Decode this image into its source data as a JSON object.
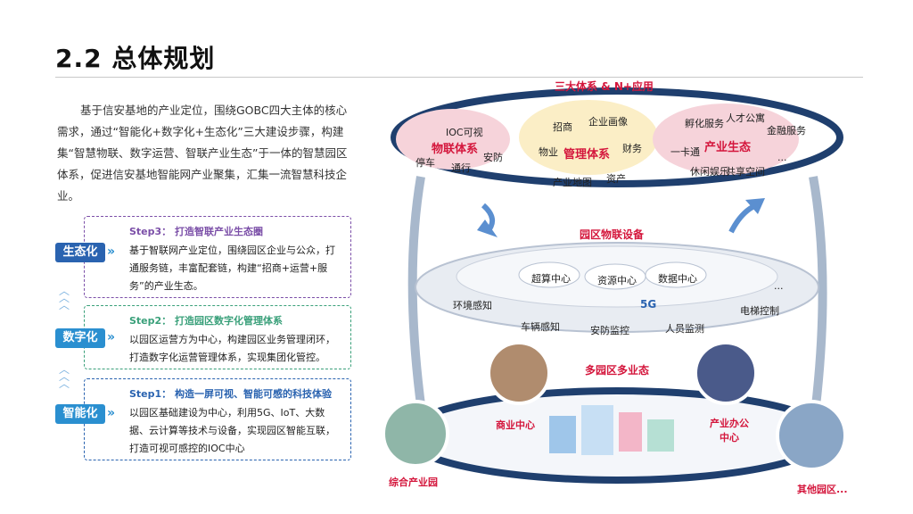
{
  "page": {
    "title": "2.2  总体规划",
    "intro": "基于信安基地的产业定位，围绕GOBC四大主体的核心需求，通过“智能化+数字化+生态化”三大建设步骤，构建集“智慧物联、数字运营、智联产业生态”于一体的智慧园区体系，促进信安基地智能网产业聚集，汇集一流智慧科技企业。"
  },
  "steps": [
    {
      "tag": "生态化",
      "title": "Step3： 打造智联产业生态圈",
      "text": "基于智联网产业定位，围绕园区企业与公众，打通服务链，丰富配套链，构建“招商+运营+服务”的产业生态。",
      "color": "#7b4fa8",
      "tag_color": "#2a63b0"
    },
    {
      "tag": "数字化",
      "title": "Step2： 打造园区数字化管理体系",
      "text": "以园区运营方为中心，构建园区业务管理闭环，打造数字化运营管理体系，实现集团化管控。",
      "color": "#3aa07a",
      "tag_color": "#2a8fd0"
    },
    {
      "tag": "智能化",
      "title": "Step1： 构造一屏可视、智能可感的科技体验",
      "text": "以园区基础建设为中心，利用5G、IoT、大数据、云计算等技术与设备，实现园区智能互联，打造可视可感控的IOC中心",
      "color": "#2a63b0",
      "tag_color": "#2a8fd0"
    }
  ],
  "diagram": {
    "top_title": "三大体系 & N+应用",
    "iot_system": {
      "name": "物联体系",
      "items": [
        "IOC可视",
        "停车",
        "通行",
        "安防"
      ]
    },
    "mgmt_system": {
      "name": "管理体系",
      "items": [
        "招商",
        "企业画像",
        "物业",
        "财务",
        "产业地图",
        "资产"
      ]
    },
    "industry": {
      "name": "产业生态",
      "items": [
        "孵化服务",
        "人才公寓",
        "金融服务",
        "一卡通",
        "休闲娱乐",
        "共享空间",
        "..."
      ]
    },
    "iot_devices_title": "园区物联设备",
    "clouds": [
      "超算中心",
      "资源中心",
      "数据中心"
    ],
    "ring_items": [
      "环境感知",
      "车辆感知",
      "安防监控",
      "人员监测",
      "电梯控制",
      "..."
    ],
    "ring_5g": "5G",
    "multi_title": "多园区多业态",
    "parks": [
      "综合产业园",
      "商业中心",
      "产业办公中心",
      "其他园区..."
    ]
  },
  "colors": {
    "red": "#d4163c",
    "navy": "#1f3f6e",
    "pink": "#f6d3da",
    "yellow": "#fbeec6"
  }
}
